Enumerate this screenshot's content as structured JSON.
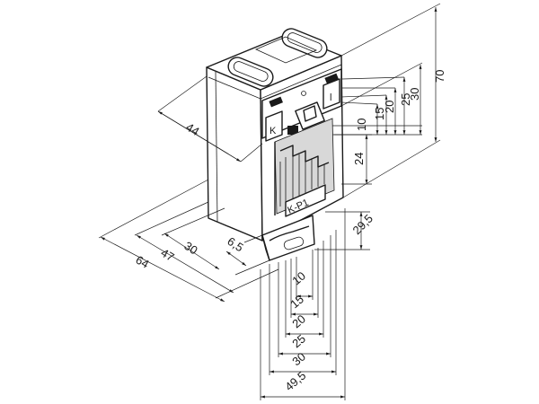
{
  "palette": {
    "ink": "#1a1a1a",
    "paper": "#ffffff",
    "shade": "#d8d8d8"
  },
  "terminal_labels": {
    "k": "K",
    "l": "l",
    "kp1": "K-P1"
  },
  "dimensions": {
    "width_44": "44",
    "height_70": "70",
    "right_30": "30",
    "right_25": "25",
    "right_20": "20",
    "right_15": "15",
    "right_10": "10",
    "right_24": "24",
    "bar_29_5": "29,5",
    "left_30": "30",
    "left_6_5": "6,5",
    "left_47": "47",
    "left_64": "64",
    "bottom_10": "10",
    "bottom_15": "15",
    "bottom_20": "20",
    "bottom_25": "25",
    "bottom_30": "30",
    "bottom_49_5": "49,5"
  }
}
